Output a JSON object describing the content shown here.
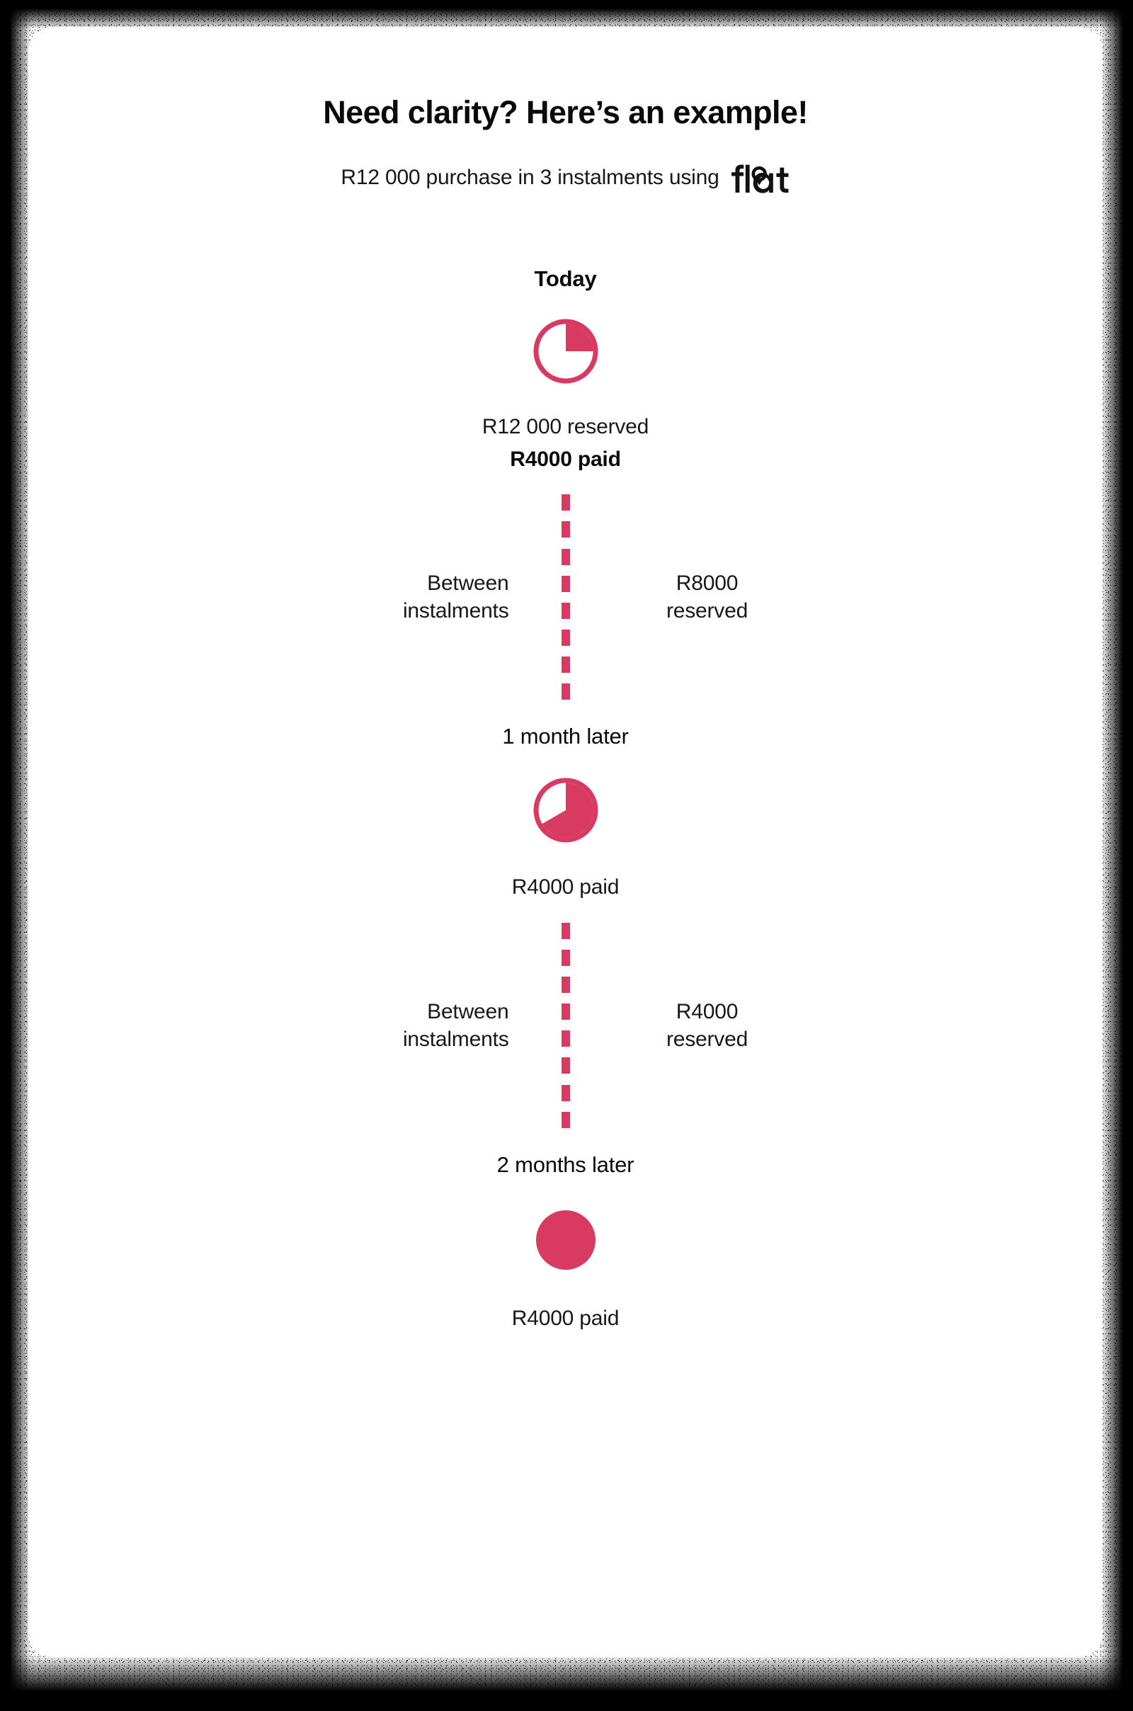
{
  "card": {
    "title": "Need clarity? Here’s an example!",
    "subtitle": "R12 000 purchase in 3 instalments using",
    "logo_name": "float",
    "accent_color": "#d93a62",
    "text_color": "#18181b",
    "background_color": "#ffffff",
    "frame_color": "#000000"
  },
  "chart_data": {
    "type": "pie",
    "title": "Need clarity? Here’s an example!",
    "subtitle": "R12 000 purchase in 3 instalments using float",
    "total_purchase": "R12 000",
    "instalments": 3,
    "instalment_amount": "R4000",
    "accent_color": "#d93a62",
    "steps": [
      {
        "label": "Today",
        "label_bold": true,
        "pie_fraction": 0.25,
        "pie_sweep_degrees": 90,
        "pie_style": "outlined",
        "lines": [
          {
            "text": "R12 000 reserved",
            "bold": false
          },
          {
            "text": "R4000 paid",
            "bold": true
          }
        ]
      },
      {
        "label": "1 month later",
        "label_bold": false,
        "pie_fraction": 0.6667,
        "pie_sweep_degrees": 240,
        "pie_style": "outlined",
        "lines": [
          {
            "text": "R4000 paid",
            "bold": false
          }
        ]
      },
      {
        "label": "2 months later",
        "label_bold": false,
        "pie_fraction": 1.0,
        "pie_sweep_degrees": 360,
        "pie_style": "filled",
        "lines": [
          {
            "text": "R4000 paid",
            "bold": false
          }
        ]
      }
    ],
    "gaps": [
      {
        "left_caption_line1": "Between",
        "left_caption_line2": "instalments",
        "right_caption_line1": "R8000",
        "right_caption_line2": "reserved",
        "dash_count": 8
      },
      {
        "left_caption_line1": "Between",
        "left_caption_line2": "instalments",
        "right_caption_line1": "R4000",
        "right_caption_line2": "reserved",
        "dash_count": 8
      }
    ]
  }
}
